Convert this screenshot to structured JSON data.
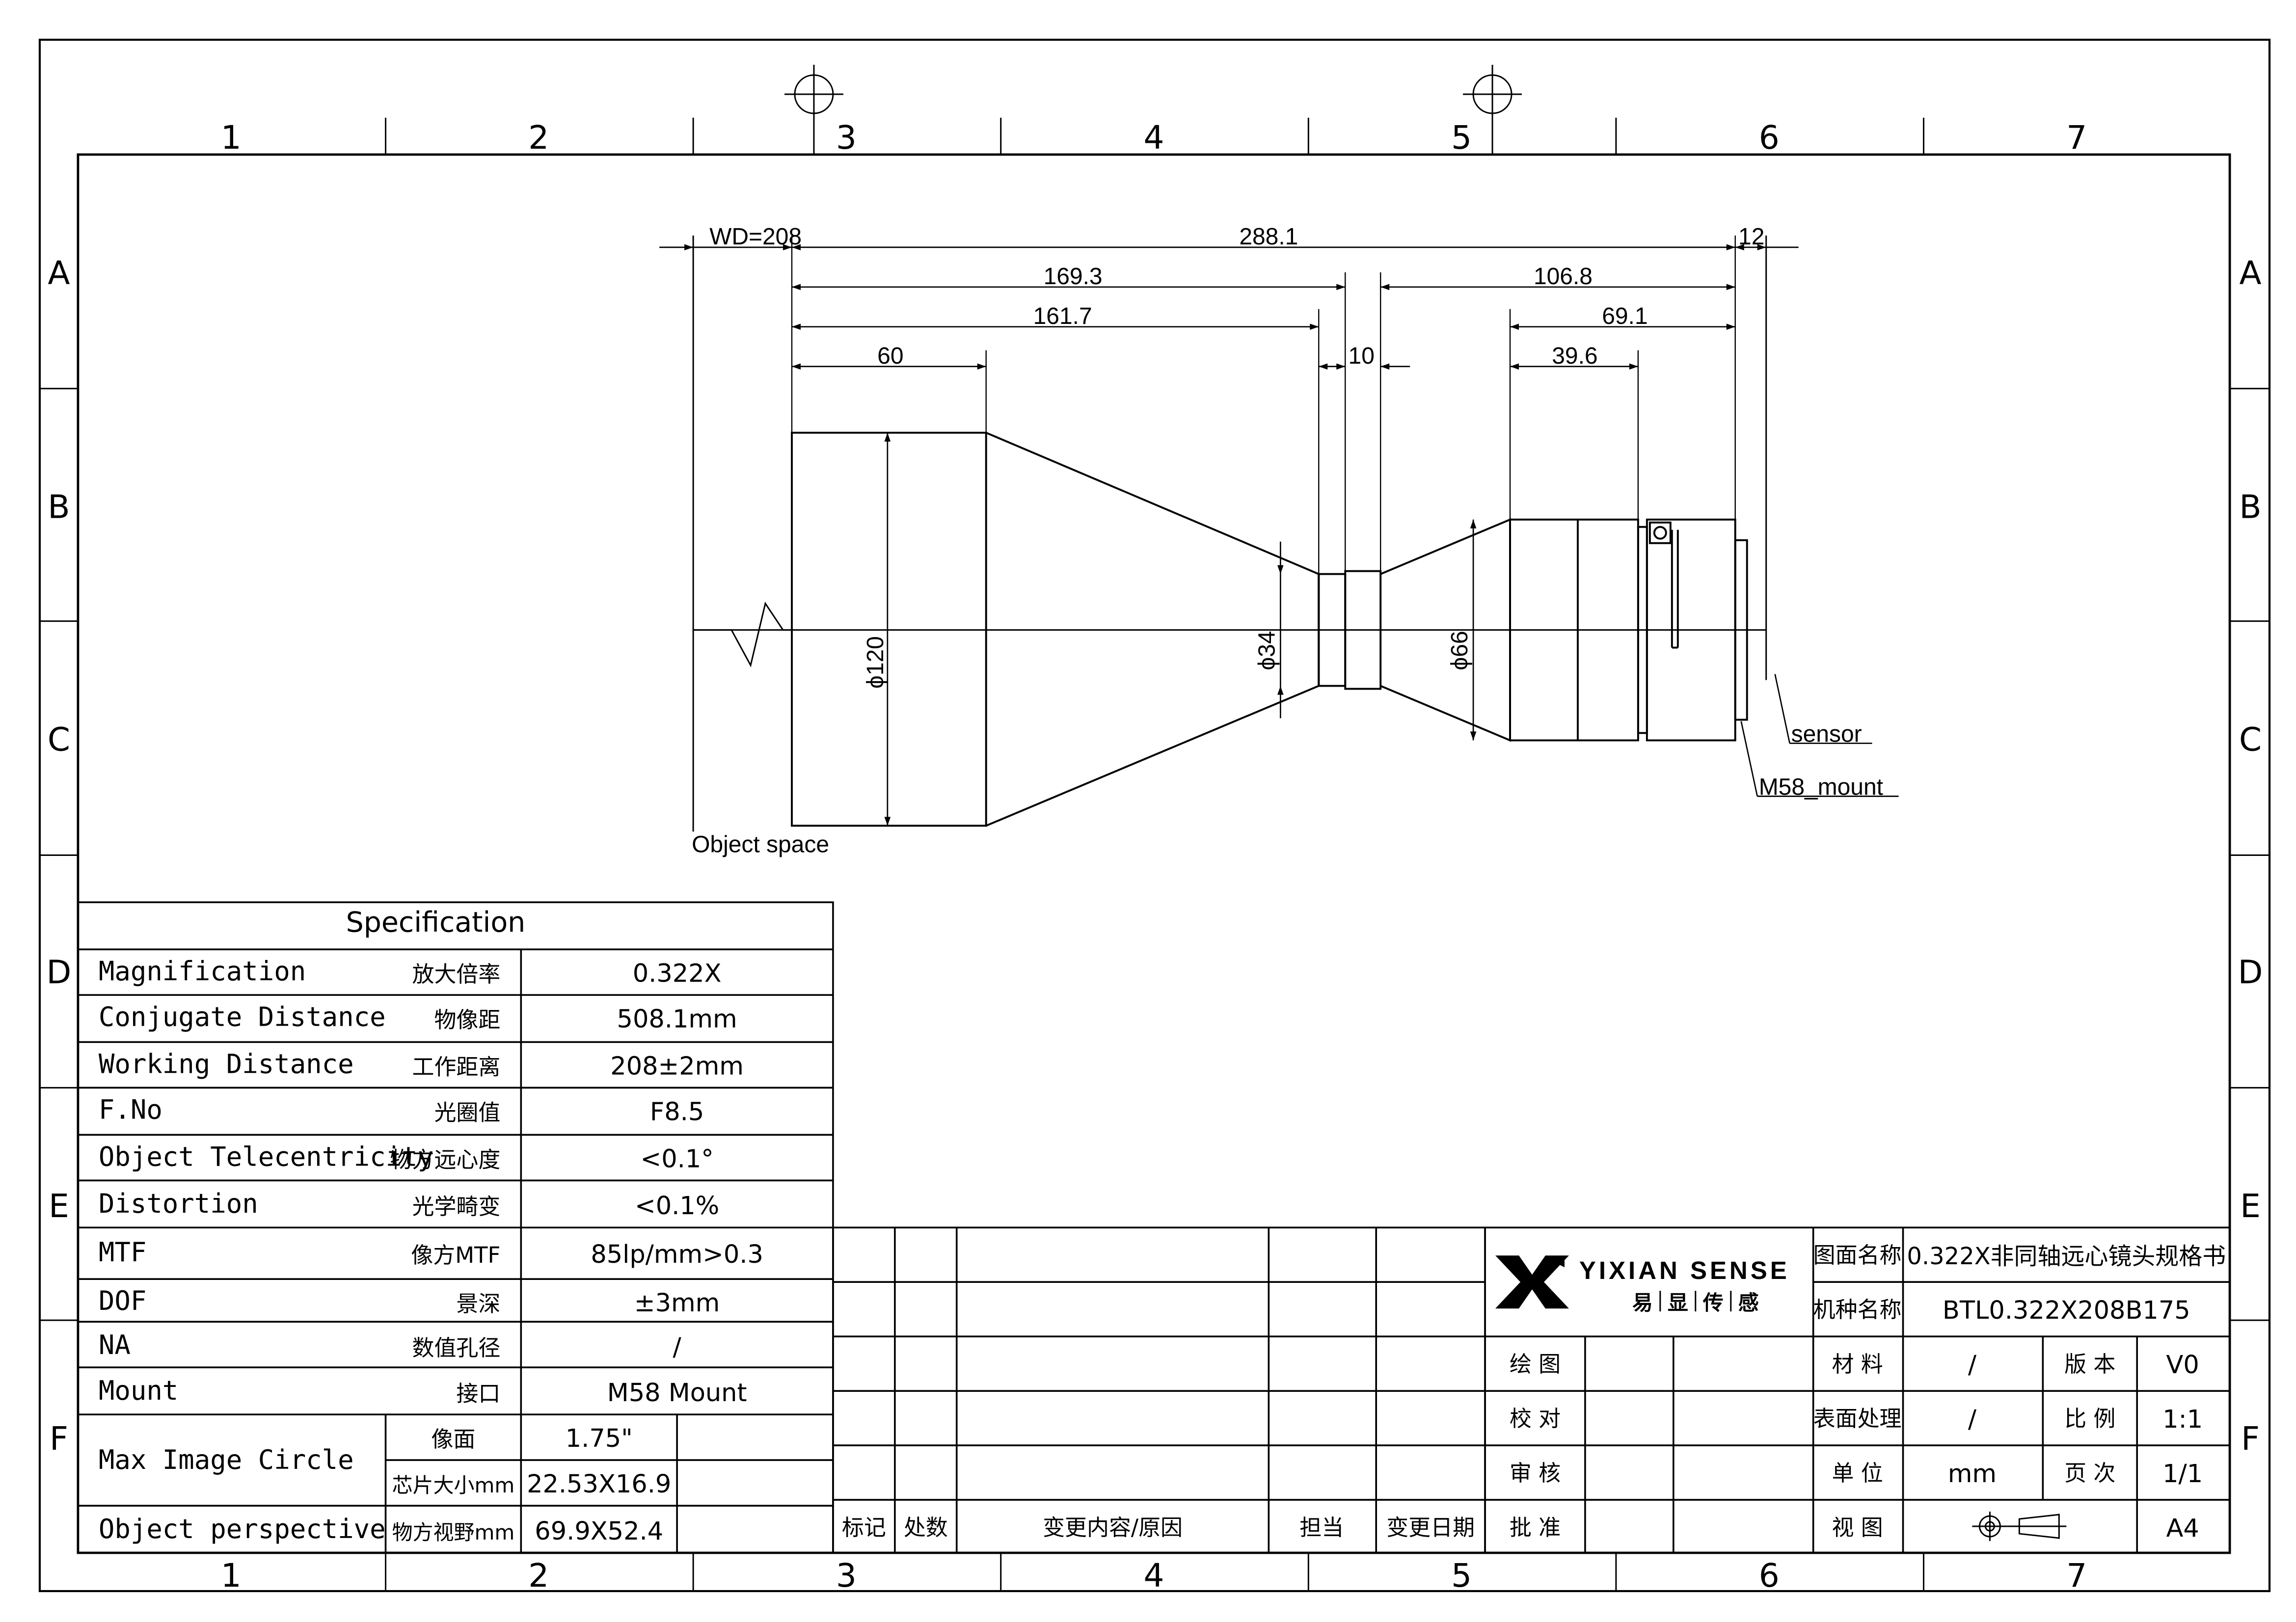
{
  "border": {
    "columns": [
      "1",
      "2",
      "3",
      "4",
      "5",
      "6",
      "7"
    ],
    "rows": [
      "A",
      "B",
      "C",
      "D",
      "E",
      "F"
    ]
  },
  "dimensions": {
    "wd": "WD=208",
    "total": "288.1",
    "d12": "12",
    "d169": "169.3",
    "d106": "106.8",
    "d161": "161.7",
    "d69": "69.1",
    "d60": "60",
    "d10": "10",
    "d39": "39.6",
    "dia120": "ϕ120",
    "dia34": "ϕ34",
    "dia66": "ϕ66"
  },
  "labels": {
    "object_space": "Object space",
    "sensor": "sensor",
    "mount": "M58_mount"
  },
  "spec": {
    "title": "Specification",
    "rows": [
      {
        "en": "Magnification",
        "cn": "放大倍率",
        "val": "0.322X"
      },
      {
        "en": "Conjugate Distance",
        "cn": "物像距",
        "val": "508.1mm"
      },
      {
        "en": "Working Distance",
        "cn": "工作距离",
        "val": "208±2mm"
      },
      {
        "en": "F.No",
        "cn": "光圈值",
        "val": "F8.5"
      },
      {
        "en": "Object Telecentricity",
        "cn": "物方远心度",
        "val": "<0.1°"
      },
      {
        "en": "Distortion",
        "cn": "光学畸变",
        "val": "<0.1%"
      },
      {
        "en": "MTF",
        "cn": "像方MTF",
        "val": "85lp/mm>0.3"
      },
      {
        "en": "DOF",
        "cn": "景深",
        "val": "±3mm"
      },
      {
        "en": "NA",
        "cn": "数值孔径",
        "val": "/"
      },
      {
        "en": "Mount",
        "cn": "接口",
        "val": "M58 Mount"
      }
    ],
    "max_image_circle": "Max Image Circle",
    "image_plane": "像面",
    "image_plane_val": "1.75\"",
    "chip_size": "芯片大小mm",
    "chip_size_val": "22.53X16.9",
    "object_perspective": "Object perspective",
    "object_fov": "物方视野mm",
    "object_fov_val": "69.9X52.4"
  },
  "revision": {
    "mark": "标记",
    "count": "处数",
    "content": "变更内容/原因",
    "owner": "担当",
    "date": "变更日期"
  },
  "title_block": {
    "brand": "YIXIAN SENSE",
    "brand_cn": [
      "易",
      "显",
      "传",
      "感"
    ],
    "drawing_name_label": "图面名称",
    "drawing_name": "0.322X非同轴远心镜头规格书",
    "model_label": "机种名称",
    "model": "BTL0.322X208B175",
    "draw": "绘 图",
    "check": "校 对",
    "review": "审 核",
    "approve": "批 准",
    "material_label": "材 料",
    "material": "/",
    "version_label": "版 本",
    "version": "V0",
    "surface_label": "表面处理",
    "surface": "/",
    "scale_label": "比 例",
    "scale": "1:1",
    "unit_label": "单 位",
    "unit": "mm",
    "page_label": "页 次",
    "page": "1/1",
    "view_label": "视 图",
    "paper": "A4"
  }
}
